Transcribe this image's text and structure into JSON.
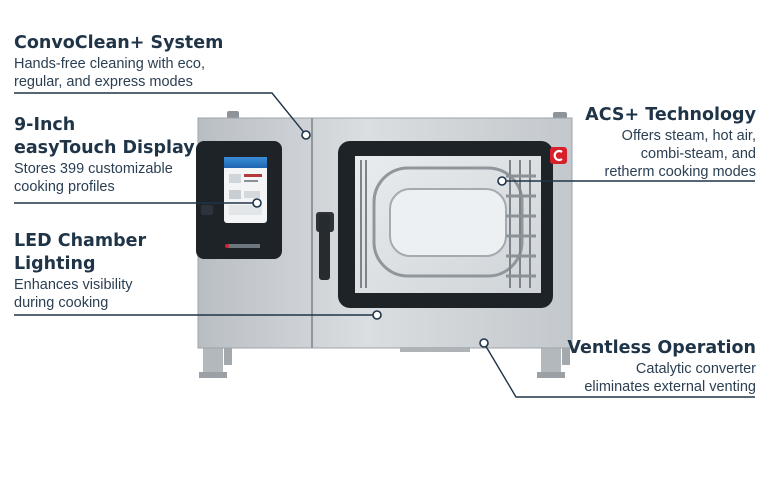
{
  "callouts": [
    {
      "id": "convoclean",
      "title": "ConvoClean+ System",
      "desc_lines": [
        "Hands-free cleaning with eco,",
        "regular, and express modes"
      ]
    },
    {
      "id": "display",
      "title_lines": [
        "9-Inch",
        "easyTouch Display"
      ],
      "desc_lines": [
        "Stores 399 customizable",
        "cooking profiles"
      ]
    },
    {
      "id": "lighting",
      "title_lines": [
        "LED Chamber",
        "Lighting"
      ],
      "desc_lines": [
        "Enhances visibility",
        "during cooking"
      ]
    },
    {
      "id": "acs",
      "title": "ACS+ Technology",
      "desc_lines": [
        "Offers steam, hot air,",
        "combi-steam, and",
        "retherm cooking modes"
      ]
    },
    {
      "id": "ventless",
      "title": "Ventless Operation",
      "desc_lines": [
        "Catalytic converter",
        "eliminates external venting"
      ]
    }
  ],
  "colors": {
    "text": "#1f3447",
    "leader": "#1f3447",
    "steel": "#c9cdd1",
    "panel": "#1e2328",
    "brand_red": "#d7202a"
  },
  "icons": {
    "brand_logo": "convotherm-c-logo",
    "handle": "door-handle",
    "marker": "callout-dot"
  }
}
